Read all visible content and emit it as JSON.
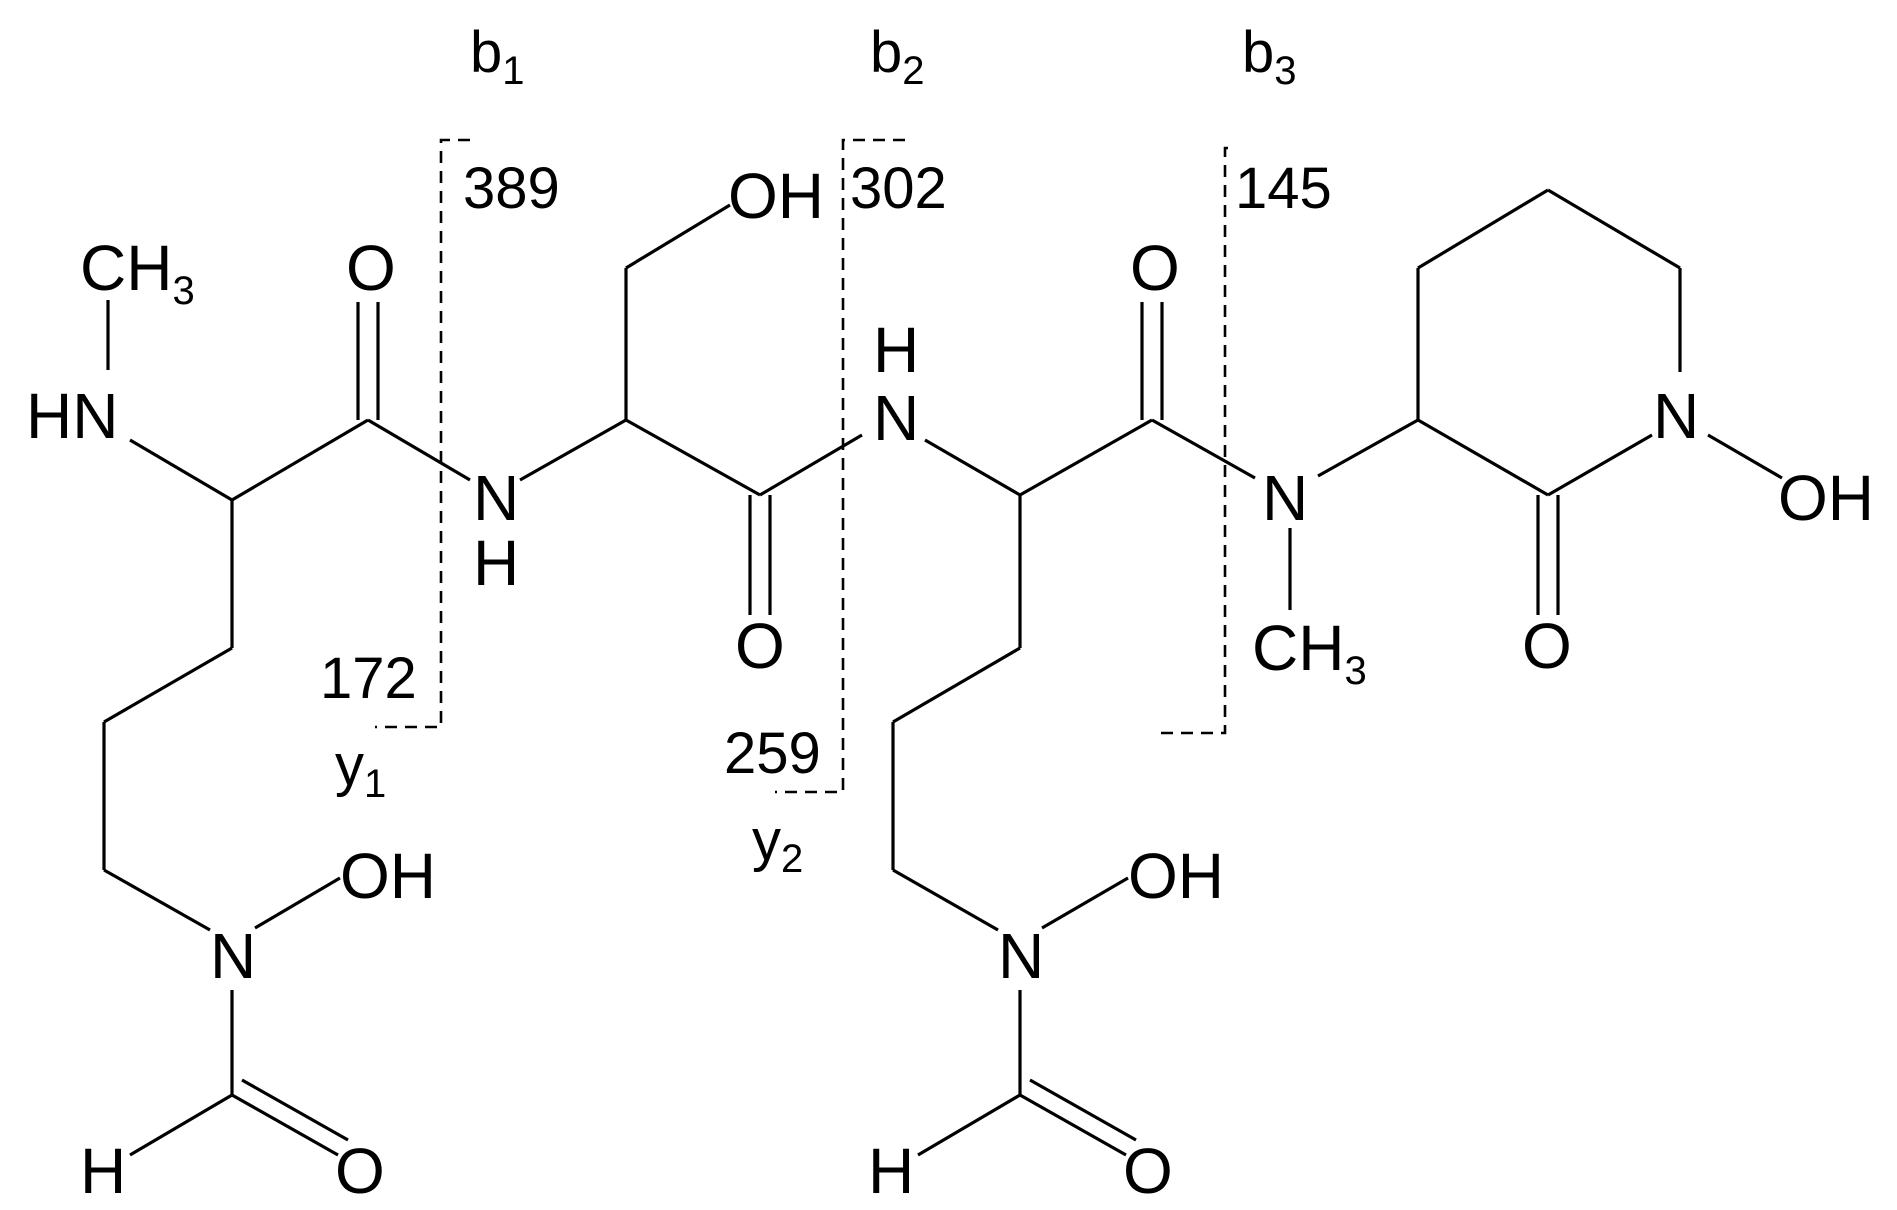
{
  "atoms": {
    "ch3_top_left": "CH3",
    "hn_left": "HN",
    "o_carbonyl_1": "O",
    "n_amide_1": "N",
    "h_amide_1": "H",
    "oh_serine": "OH",
    "o_carbonyl_2": "O",
    "h_amide_2": "H",
    "n_amide_2": "N",
    "o_carbonyl_3": "O",
    "n_methyl_amide": "N",
    "ch3_n_methyl": "CH3",
    "n_ring": "N",
    "oh_ring": "OH",
    "o_ring": "O",
    "oh_hydroxamate_1": "OH",
    "n_hydroxamate_1": "N",
    "h_formyl_1": "H",
    "o_formyl_1": "O",
    "oh_hydroxamate_2": "OH",
    "n_hydroxamate_2": "N",
    "h_formyl_2": "H",
    "o_formyl_2": "O"
  },
  "fragments": {
    "b1": {
      "label": "b",
      "index": "1",
      "mass": "389"
    },
    "b2": {
      "label": "b",
      "index": "2",
      "mass": "302"
    },
    "b3": {
      "label": "b",
      "index": "3",
      "mass": "145"
    },
    "y1": {
      "label": "y",
      "index": "1",
      "mass": "172"
    },
    "y2": {
      "label": "y",
      "index": "2",
      "mass": "259"
    }
  }
}
